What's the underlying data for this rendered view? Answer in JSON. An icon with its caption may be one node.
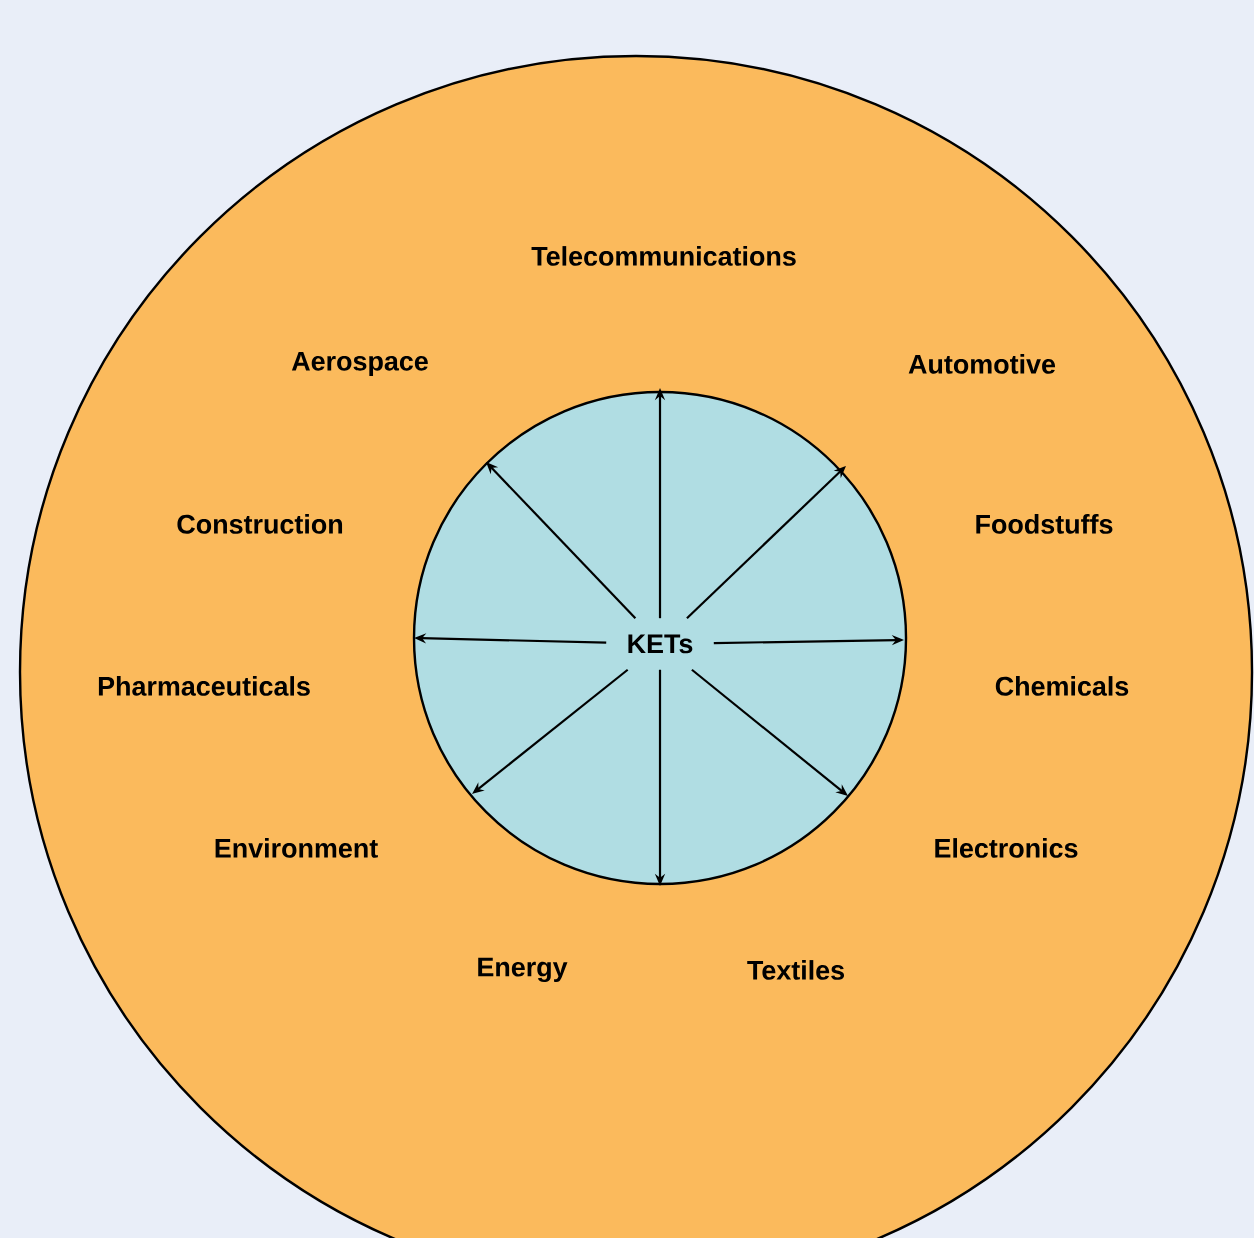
{
  "diagram": {
    "nodes": [
      {
        "text": [],
        "shape": "circle"
      },
      {
        "text": [],
        "shape": "circle",
        "in": 0
      },
      {
        "text": [
          "KETs"
        ],
        "in": 1
      }
    ],
    "edges": [
      {
        "from": 2,
        "to": null,
        "arrow": "to"
      },
      {
        "from": 2,
        "to": null,
        "arrow": "to"
      },
      {
        "from": 2,
        "to": null,
        "arrow": "to"
      },
      {
        "from": 2,
        "to": null,
        "arrow": "to"
      },
      {
        "from": 2,
        "to": null,
        "arrow": "to"
      },
      {
        "from": 2,
        "to": null,
        "arrow": "to"
      },
      {
        "from": 2,
        "to": null,
        "arrow": "to"
      },
      {
        "from": 2,
        "to": null,
        "arrow": "to"
      }
    ],
    "labels": [
      "Telecommunications",
      "Aerospace",
      "Automotive",
      "Construction",
      "Foodstuffs",
      "Pharmaceuticals",
      "Chemicals",
      "Environment",
      "Electronics",
      "Energy",
      "Textiles"
    ]
  }
}
